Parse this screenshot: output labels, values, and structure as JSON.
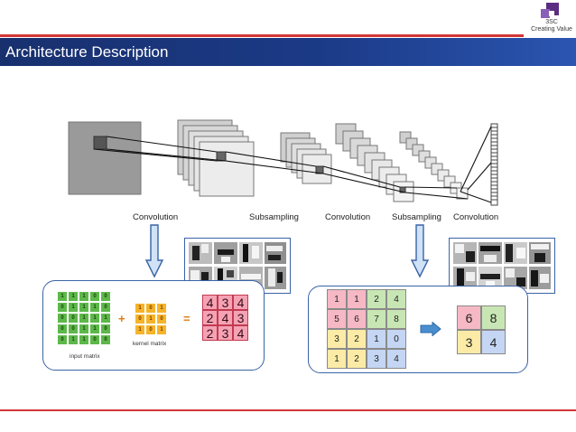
{
  "header": {
    "title": "Architecture Description",
    "logo_name": "3SC",
    "logo_tagline": "Creating Value",
    "colors": {
      "bar": "#1b3a86",
      "rule": "#d33636",
      "panel_border": "#3a63a6"
    }
  },
  "network": {
    "layers": [
      "Convolution",
      "Subsampling",
      "Convolution",
      "Subsampling",
      "Convolution"
    ]
  },
  "convolution_panel": {
    "input_matrix": [
      [
        "1",
        "1",
        "1",
        "0",
        "0"
      ],
      [
        "0",
        "1",
        "1",
        "1",
        "0"
      ],
      [
        "0",
        "0",
        "1",
        "1",
        "1"
      ],
      [
        "0",
        "0",
        "1",
        "1",
        "0"
      ],
      [
        "0",
        "1",
        "1",
        "0",
        "0"
      ]
    ],
    "input_label": "input matrix",
    "kernel_matrix": [
      [
        "1",
        "0",
        "1"
      ],
      [
        "0",
        "1",
        "0"
      ],
      [
        "1",
        "0",
        "1"
      ]
    ],
    "kernel_label": "kernel matrix",
    "plus_symbol": "+",
    "equals_symbol": "=",
    "output_matrix": [
      [
        "4",
        "3",
        "4"
      ],
      [
        "2",
        "4",
        "3"
      ],
      [
        "2",
        "3",
        "4"
      ]
    ]
  },
  "pooling_panel": {
    "input_matrix": [
      [
        "1",
        "1",
        "2",
        "4"
      ],
      [
        "5",
        "6",
        "7",
        "8"
      ],
      [
        "3",
        "2",
        "1",
        "0"
      ],
      [
        "1",
        "2",
        "3",
        "4"
      ]
    ],
    "output_matrix": [
      [
        "6",
        "8"
      ],
      [
        "3",
        "4"
      ]
    ]
  }
}
